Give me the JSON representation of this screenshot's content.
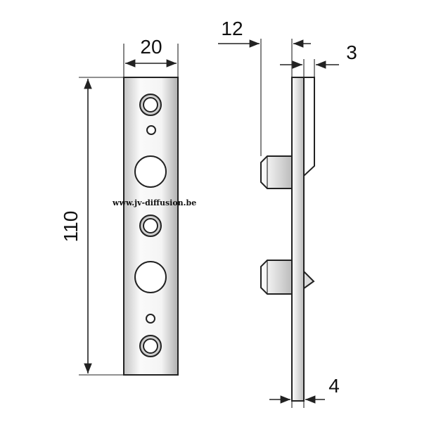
{
  "dimensions": {
    "width": "20",
    "height": "110",
    "depth": "12",
    "thickness_top": "3",
    "thickness_bottom": "4"
  },
  "watermark": "www.jv-diffusion.be",
  "colors": {
    "line": "#222222",
    "metal_light": "#ffffff",
    "metal_shade": "#b8b8b8"
  }
}
